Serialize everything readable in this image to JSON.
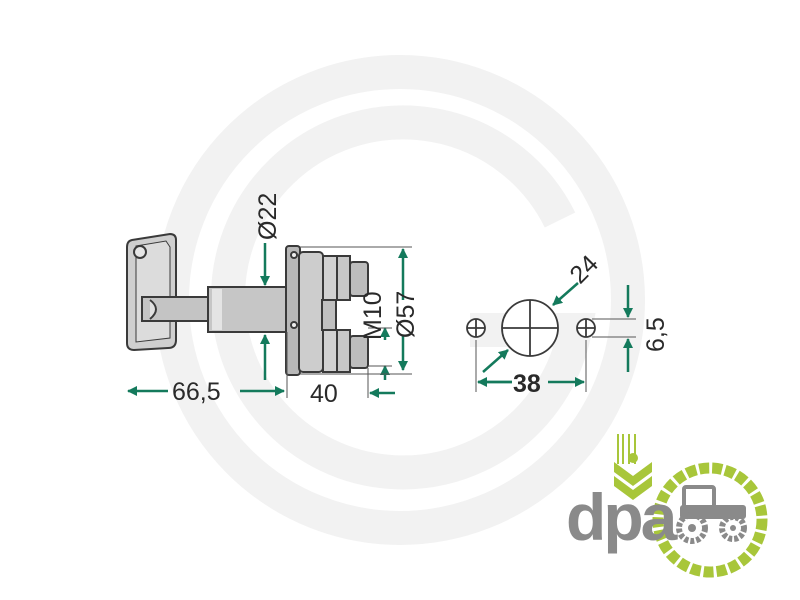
{
  "colors": {
    "dimension": "#147a5c",
    "body": "#c9c9c9",
    "outline": "#3a3a3a",
    "watermark": "#f1f1f1",
    "logo_green": "#a8c63a",
    "logo_gray": "#8a8a8a"
  },
  "dimensions": {
    "shaft_diameter": "Ø22",
    "flange_diameter": "Ø57",
    "thread": "M10",
    "key_length": "66,5",
    "body_length": "40",
    "hole_diameter": "24",
    "hole_spacing": "38",
    "small_hole": "6,5"
  },
  "logo": {
    "text": "dpa"
  }
}
